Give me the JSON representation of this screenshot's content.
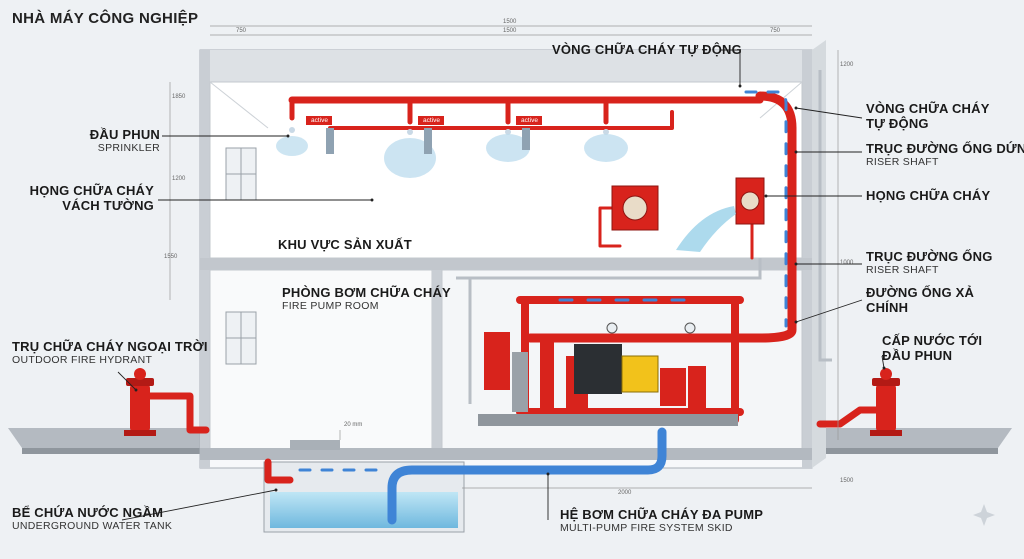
{
  "title": "NHÀ MÁY CÔNG NGHIỆP",
  "labels": {
    "vong_top": "VÒNG CHỮA CHÁY TỰ ĐỘNG",
    "dau_phun": {
      "main": "ĐẦU PHUN",
      "sub": "SPRINKLER"
    },
    "hong_vach": {
      "main1": "HỌNG CHỮA CHÁY",
      "main2": "VÁCH TƯỜNG"
    },
    "khu_vuc": "KHU VỰC SẢN XUẤT",
    "phong_bom": {
      "main": "PHÒNG BƠM CHỮA CHÁY",
      "sub": "FIRE PUMP ROOM"
    },
    "tru_ngoai": {
      "main": "TRỤ CHỮA CHÁY NGOẠI TRỜI",
      "sub": "OUTDOOR FIRE HYDRANT"
    },
    "be_chua": {
      "main": "BỂ CHỨA NƯỚC NGẦM",
      "sub": "UNDERGROUND WATER TANK"
    },
    "he_bom": {
      "main": "HỆ BƠM CHỮA CHÁY ĐA PUMP",
      "sub": "MULTI-PUMP FIRE SYSTEM SKID"
    },
    "vong_right": {
      "main1": "VÒNG CHỮA CHÁY",
      "main2": "TỰ ĐỘNG"
    },
    "truc_dung": {
      "main": "TRỤC ĐƯỜNG ỐNG DỨNG",
      "sub": "RISER SHAFT"
    },
    "hong_right": "HỌNG CHỮA CHÁY",
    "truc_ong": {
      "main": "TRỤC ĐƯỜNG ỐNG",
      "sub": "RISER SHAFT"
    },
    "duong_xa": {
      "main1": "ĐƯỜNG ỐNG XẢ",
      "main2": "CHÍNH"
    },
    "cap_nuoc": {
      "main1": "CẤP NƯỚC TỚI",
      "main2": "ĐẦU PHUN"
    }
  },
  "tags": {
    "active": "active"
  },
  "dims": {
    "top_total": "1500",
    "top_left": "750",
    "top_mid": "1500",
    "top_right": "750",
    "left_a": "1850",
    "left_b": "1200",
    "left_c": "1550",
    "right_a": "1200",
    "right_b": "1000",
    "right_c": "1500",
    "pit": "20 mm",
    "bottom": "2000"
  },
  "colors": {
    "pipe_red": "#d8231c",
    "pipe_blue": "#3f84d6",
    "wall": "#c9ced4",
    "floor": "#9ea5ad",
    "water": "#9fd3ea"
  }
}
